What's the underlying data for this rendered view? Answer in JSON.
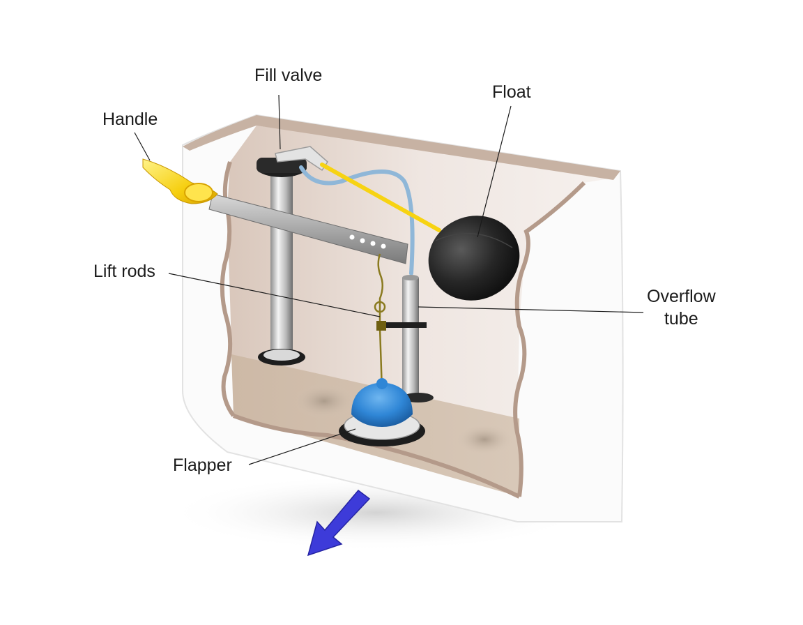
{
  "labels": {
    "fill_valve": "Fill valve",
    "handle": "Handle",
    "float": "Float",
    "lift_rods": "Lift rods",
    "overflow_tube_line1": "Overflow",
    "overflow_tube_line2": "tube",
    "flapper": "Flapper"
  },
  "colors": {
    "tank_outer": "#fbfbfb",
    "tank_inner": "#ece6e3",
    "tank_rim": "#b49a8a",
    "tank_floor": "#d5c5b5",
    "handle": "#f7d312",
    "float": "#2b2b2b",
    "float_arm": "#f7d312",
    "supply_tube": "#8fb7d8",
    "flapper": "#2f86d6",
    "flow_arrow": "#3d3bd9",
    "lift_chain": "#8a7a1f"
  }
}
